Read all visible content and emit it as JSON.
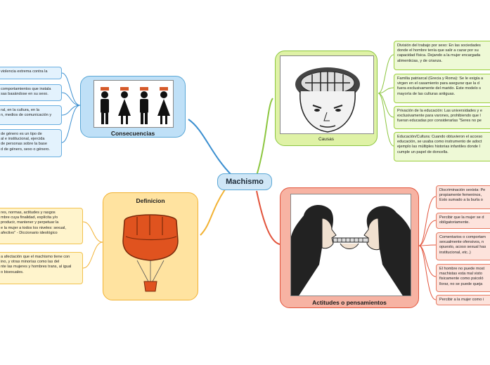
{
  "central": {
    "title": "Machismo"
  },
  "consecuencias": {
    "title": "Consecuencias",
    "notes": [
      "violencia extrema contra la",
      "comportamientos que instala\nsas basándose en su sexo.",
      "ral, en la cultura, en la\nn, medios de comunicación y",
      "de género es un tipo de\nal e institucional, ejercida\nde personas sobre la base\nd de género, sexo o género."
    ]
  },
  "causas": {
    "title": "Causas",
    "notes": [
      "División del trabajo por sexo: En las sociedades\ndonde el hombre tenía que salir a cazar por su\ncapacidad física. Dejando a la mujer encargada\nalimenticias, y de crianza.",
      "Familia patriarcal (Grecia y Roma): Se le exigía a\nvirgen en el casamiento para asegurar que la d\nfuera exclusivamente del marido. Este modelo s\nmayoría de las culturas antiguas.",
      "Privación de la educación: Las universidades y e\nexclusivamente para varones, prohibiendo que l\nfueran educadas por considerarlas \"Seres no pe",
      "Educación/Cultura: Cuando obtuvieron el acceso\neducación, se usaba como instrumento de adoct\nejemplo las múltiples historias infantiles donde l\ncumple un papel de doncella."
    ]
  },
  "definicion": {
    "title": "Definicion",
    "notes": [
      "res, normas, actitudes y rasgos\nmbre cuya finalidad, explícita y/o\nproducir, mantener y perpetuar la\ne la mujer a todos los niveles: sexual,\nafectivo\" - Diccionario ideológico",
      "a afectación que el machismo tiene con\nino, y otras minorías como las del\nnte las mujeres y hombres trans, al igual\no bisexuales."
    ]
  },
  "actitudes": {
    "title": "Actitudes o pensamientos",
    "notes": [
      "Discriminación sexista: Pe\npropiamente femeninos, \nEsto sumado a la burla o",
      "Percibir que la mujer se d\nobligatoriamente.",
      "Comentarios o comportam\nsexualmente ofensivos, n\nopuesto, acoso sexual has\ninstitucional, etc..)",
      "El hombre no puede most\nmachistas esta mal visto \nfisicamente como psicoló\nllorar, no se puede queja",
      "Percibir a la mujer como i"
    ]
  },
  "colors": {
    "blue": "#bfe0f7",
    "green": "#dff2a6",
    "yellow": "#ffe3a0",
    "red": "#f7b3a3"
  }
}
